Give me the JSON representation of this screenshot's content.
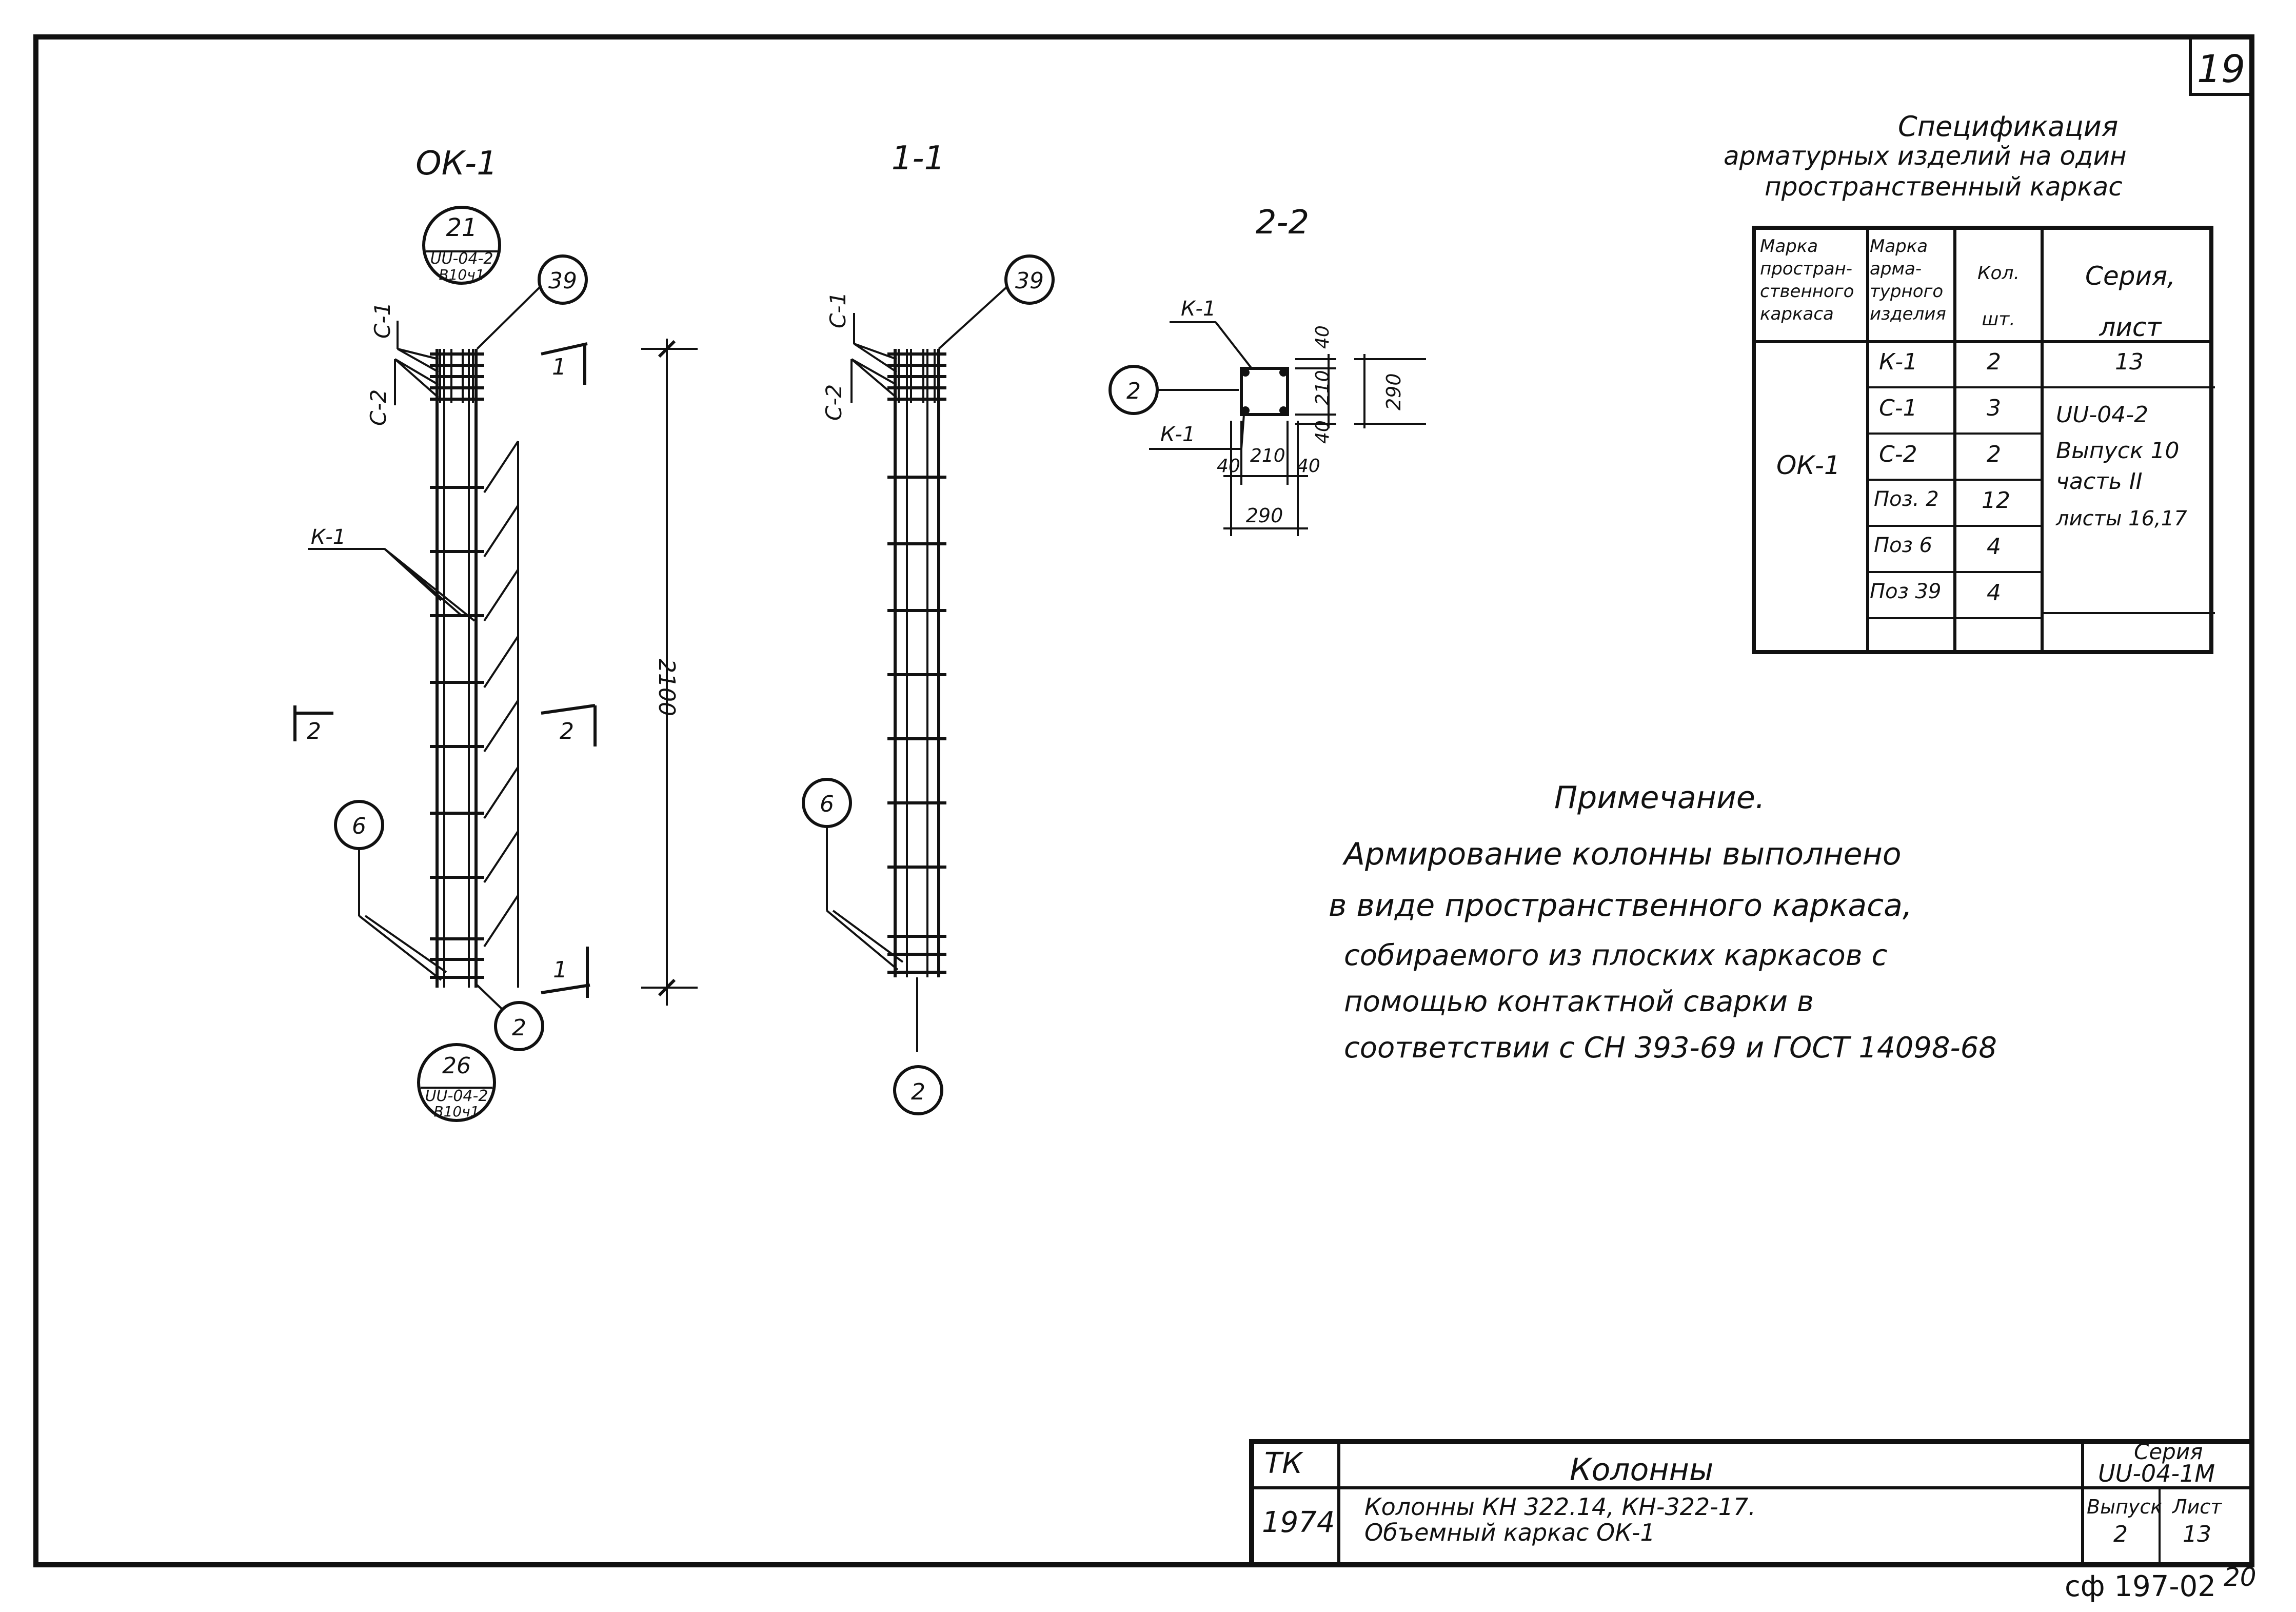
{
  "sheet_number": "19",
  "stamp": "сф 197-02",
  "stamp_page": "20",
  "views": {
    "ok1_title": "ОК-1",
    "s11_title": "1-1",
    "s22_title": "2-2",
    "labels": {
      "c1": "С-1",
      "c2": "С-2",
      "k1": "К-1",
      "pos39": "39",
      "pos6": "6",
      "pos2": "2",
      "cut1": "1",
      "cut2": "2",
      "dim_2100": "2100",
      "ref_top": [
        "21",
        "UU-04-2",
        "В10ч1"
      ],
      "ref_bottom": [
        "26",
        "UU-04-2",
        "В10ч1"
      ]
    },
    "section22": {
      "dims_h": [
        "40",
        "210",
        "40"
      ],
      "dim_h_total": "290",
      "dims_v": [
        "40",
        "210",
        "40"
      ],
      "dim_v_total": "290",
      "k1_top": "К-1",
      "k1_bottom": "К-1",
      "pos": "2"
    }
  },
  "spec": {
    "title": [
      "Спецификация",
      "арматурных изделий на один",
      "пространственный каркас"
    ],
    "headers": [
      "Марка простран-ственного каркаса",
      "Марка арма-турного изделия",
      "Кол. шт.",
      "Серия, лист"
    ],
    "frame_mark": "ОК-1",
    "rows": [
      {
        "item": "К-1",
        "qty": "2"
      },
      {
        "item": "С-1",
        "qty": "3"
      },
      {
        "item": "С-2",
        "qty": "2"
      },
      {
        "item": "Поз. 2",
        "qty": "12"
      },
      {
        "item": "Поз 6",
        "qty": "4"
      },
      {
        "item": "Поз 39",
        "qty": "4"
      }
    ],
    "series_first": "13",
    "series_rest": [
      "UU-04-2",
      "Выпуск 10",
      "часть II",
      "листы 16,17"
    ]
  },
  "note": {
    "title": "Примечание.",
    "lines": [
      "Армирование колонны выполнено",
      "в виде пространственного каркаса,",
      "собираемого из плоских каркасов с",
      "помощью контактной сварки в",
      "соответствии с СН 393-69 и ГОСТ 14098-68"
    ]
  },
  "title_block": {
    "tk": "ТК",
    "year": "1974",
    "name": "Колонны",
    "desc_line1": "Колонны КН 322.14, КН-322-17.",
    "desc_line2": "Объемный каркас ОК-1",
    "series_label": "Серия",
    "series_value": "UU-04-1М",
    "issue_label": "Выпуск",
    "issue_value": "2",
    "sheet_label": "Лист",
    "sheet_value": "13"
  }
}
